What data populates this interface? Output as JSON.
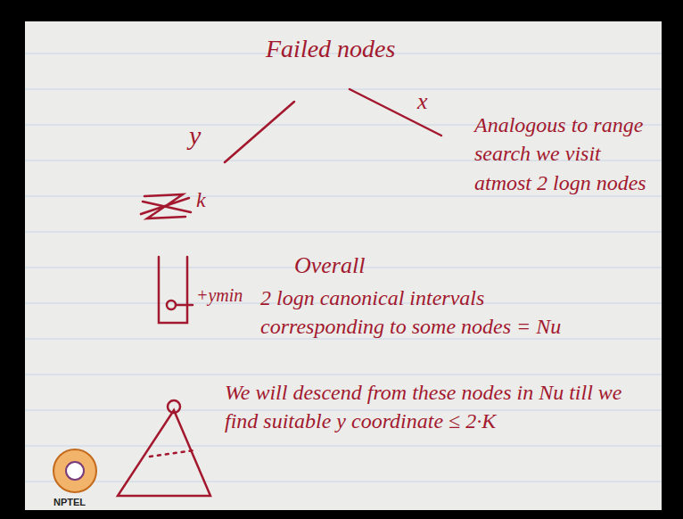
{
  "diagram": {
    "labels": [
      "Failed nodes",
      "y",
      "x",
      "Analogous to range search we visit atmost 2 logn nodes",
      "k",
      "+ymin",
      "Overall",
      "2 logn canonical intervals corresponding to some nodes = Nu",
      "We will descend from these nodes in Nu till we find suitable y coordinate ≤ 2·K",
      "NPTEL"
    ]
  }
}
